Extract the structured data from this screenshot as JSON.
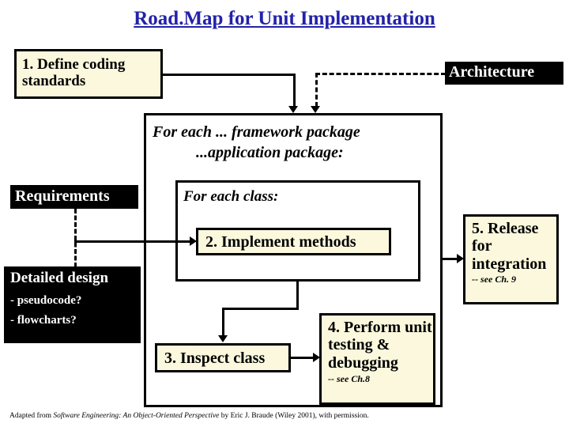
{
  "slide": {
    "title": "Road.Map for Unit Implementation",
    "title_color": "#2222aa",
    "background": "#ffffff",
    "box_fill": "#fbf8dd",
    "box_border": "#000000"
  },
  "boxes": {
    "define_standards": "1. Define coding standards",
    "architecture": "Architecture",
    "requirements": "Requirements",
    "detailed_design_title": "Detailed design",
    "detailed_design_item1": "- pseudocode?",
    "detailed_design_item2": "- flowcharts?",
    "implement_methods": "2. Implement methods",
    "inspect_class": "3. Inspect class",
    "perform_unit_testing": "4. Perform unit testing & debugging",
    "perform_unit_testing_ref": "-- see Ch.8",
    "release_integration": "5. Release for integration",
    "release_integration_ref": "-- see Ch. 9"
  },
  "loops": {
    "framework_line1": "For each ... framework package",
    "framework_line2": "...application package:",
    "class_loop": "For each class:"
  },
  "footer": {
    "prefix": "Adapted from ",
    "book": "Software Engineering: An Object-Oriented Perspective",
    "suffix": " by Eric J. Braude (Wiley 2001), with permission."
  }
}
